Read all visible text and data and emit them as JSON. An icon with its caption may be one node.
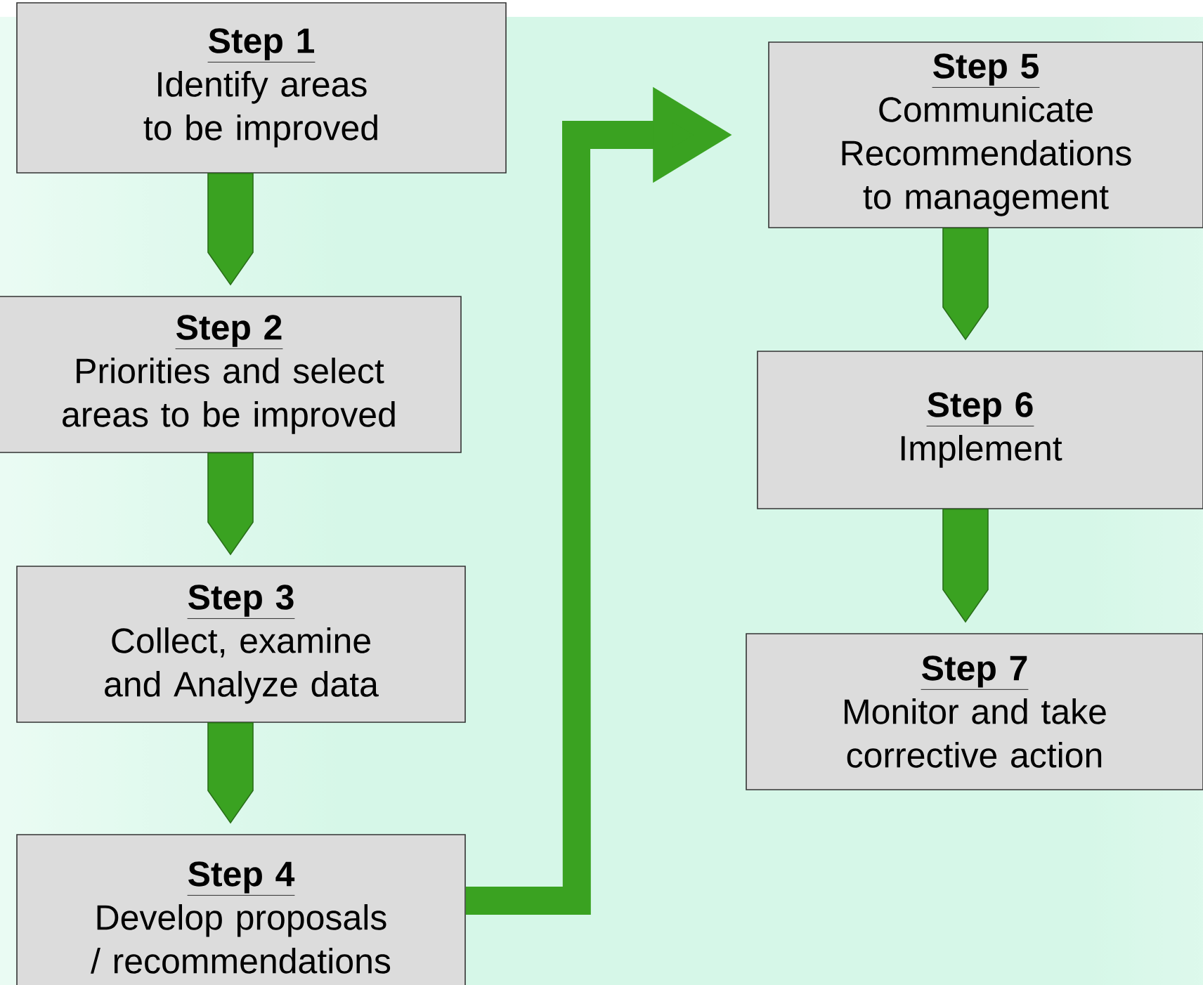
{
  "diagram": {
    "nodes": [
      {
        "text": [
          "Step 1",
          "Identify areas to be improved"
        ]
      },
      {
        "text": [
          "Step 2",
          "Priorities and select areas to be improved"
        ]
      },
      {
        "text": [
          "Step 3",
          "Collect, examine and Analyze data"
        ]
      },
      {
        "text": [
          "Step 4",
          "Develop proposals / recommendations"
        ]
      },
      {
        "text": [
          "Step 5",
          "Communicate Recommendations to management"
        ]
      },
      {
        "text": [
          "Step 6",
          "Implement"
        ]
      },
      {
        "text": [
          "Step 7",
          "Monitor and take corrective action"
        ]
      }
    ],
    "edges": [
      {
        "from": 0,
        "to": 1,
        "arrow": "to"
      },
      {
        "from": 1,
        "to": 2,
        "arrow": "to"
      },
      {
        "from": 2,
        "to": 3,
        "arrow": "to"
      },
      {
        "from": 3,
        "to": 4,
        "arrow": "to"
      },
      {
        "from": 4,
        "to": 5,
        "arrow": "to"
      },
      {
        "from": 5,
        "to": 6,
        "arrow": "to"
      }
    ]
  }
}
